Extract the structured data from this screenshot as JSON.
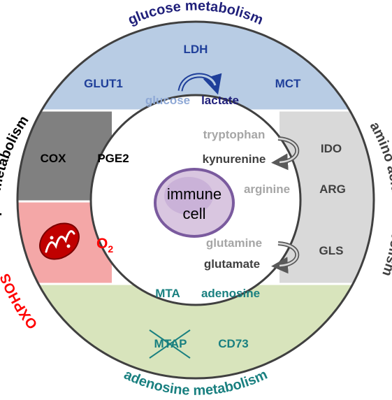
{
  "colors": {
    "glucose_band": "#b8cce4",
    "lipid_band_top": "#808080",
    "lipid_band_oxphos": "#f4a7a7",
    "amino_band": "#d9d9d9",
    "adenosine_band": "#d8e4bc",
    "glucose_title": "#1f1f7a",
    "lipid_title": "#000000",
    "oxphos": "#ff0000",
    "amino_title": "#404040",
    "adenosine_title": "#1a8080",
    "cell_fill": "#d9c6e0",
    "cell_stroke": "#7a5a9e",
    "arrow_blue": "#1f3f9a",
    "arrow_gray": "#595959"
  },
  "titles": {
    "glucose": "glucose metabolism",
    "lipid": "lipid metabolism",
    "oxphos": "OXPHOS",
    "amino": "amino acid metabolism",
    "adenosine": "adenosine metabolism"
  },
  "glucose": {
    "ldh": "LDH",
    "glut1": "GLUT1",
    "mct": "MCT",
    "glucose": "glucose",
    "lactate": "lactate"
  },
  "lipid": {
    "cox": "COX",
    "pge2": "PGE2",
    "o2_main": "O",
    "o2_sub": "2"
  },
  "amino": {
    "tryptophan": "tryptophan",
    "kynurenine": "kynurenine",
    "ido": "IDO",
    "arginine": "arginine",
    "arg": "ARG",
    "glutamine": "glutamine",
    "glutamate": "glutamate",
    "gls": "GLS"
  },
  "adenosine": {
    "mta": "MTA",
    "adenosine": "adenosine",
    "mtap": "MTAP",
    "cd73": "CD73"
  },
  "cell": {
    "line1": "immune",
    "line2": "cell"
  }
}
